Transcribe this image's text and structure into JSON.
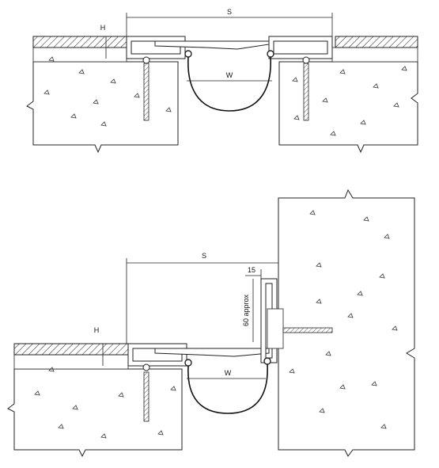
{
  "detail_top": {
    "label_S": "S",
    "label_H": "H",
    "label_W": "W"
  },
  "detail_bottom": {
    "label_S": "S",
    "label_H": "H",
    "label_W": "W",
    "label_15": "15",
    "label_60": "60 approx"
  }
}
